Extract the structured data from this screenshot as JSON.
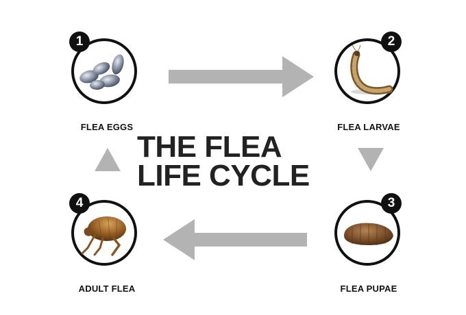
{
  "diagram": {
    "title_line1": "THE FLEA",
    "title_line2": "LIFE CYCLE",
    "stages": [
      {
        "number": "1",
        "label": "FLEA EGGS",
        "icon": "flea-eggs-image"
      },
      {
        "number": "2",
        "label": "FLEA LARVAE",
        "icon": "flea-larva-image"
      },
      {
        "number": "3",
        "label": "FLEA PUPAE",
        "icon": "flea-pupa-image"
      },
      {
        "number": "4",
        "label": "ADULT FLEA",
        "icon": "adult-flea-image"
      }
    ]
  },
  "colors": {
    "arrow": "#b3b3b3",
    "circle_border": "#111111",
    "badge": "#111111",
    "title": "#222222"
  }
}
